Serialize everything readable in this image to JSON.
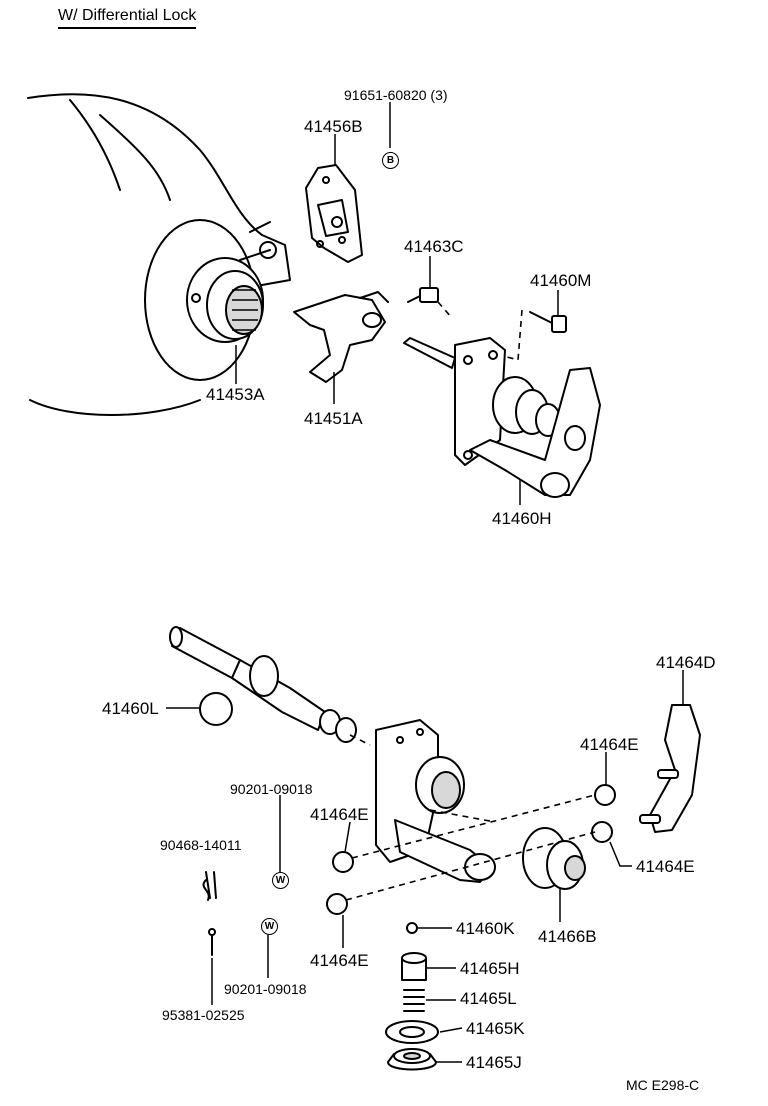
{
  "title": "W/ Differential Lock",
  "footer": "MC  E298-C",
  "markers": {
    "b": "B",
    "w": "W"
  },
  "parts": {
    "p91651": "91651-60820 (3)",
    "p41456B": "41456B",
    "p41463C": "41463C",
    "p41460M": "41460M",
    "p41453A": "41453A",
    "p41451A": "41451A",
    "p41460H": "41460H",
    "p41464D": "41464D",
    "p41460L": "41460L",
    "p41464E_a": "41464E",
    "p90201_a": "90201-09018",
    "p41464E_b": "41464E",
    "p90468": "90468-14011",
    "p41464E_c": "41464E",
    "p41464E_d": "41464E",
    "p41460K": "41460K",
    "p41466B": "41466B",
    "p41465H": "41465H",
    "p90201_b": "90201-09018",
    "p41465L": "41465L",
    "p41465K": "41465K",
    "p95381": "95381-02525",
    "p41465J": "41465J"
  }
}
